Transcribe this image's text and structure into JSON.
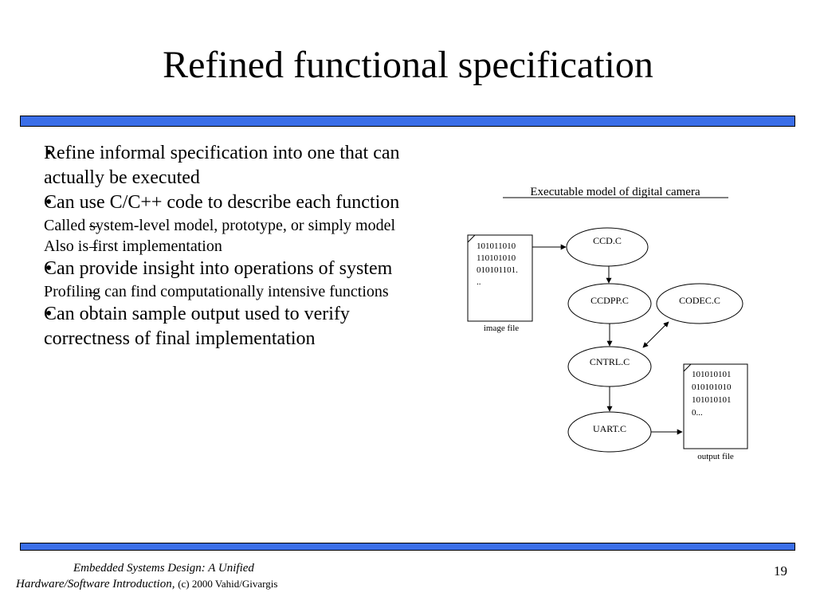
{
  "slide": {
    "title": "Refined functional specification",
    "bullets": [
      {
        "text": "Refine informal specification into one that can actually be executed",
        "sub": []
      },
      {
        "text": "Can use C/C++ code to describe each function",
        "sub": [
          "Called system-level model, prototype, or simply model",
          "Also is first implementation"
        ]
      },
      {
        "text": "Can provide insight into operations of system",
        "sub": [
          "Profiling can find computationally intensive functions"
        ]
      },
      {
        "text": "Can obtain sample output used to verify correctness of final implementation",
        "sub": []
      }
    ],
    "page_number": "19"
  },
  "diagram": {
    "caption": "Executable model of digital camera",
    "nodes": {
      "ccd": "CCD.C",
      "ccdpp": "CCDPP.C",
      "codec": "CODEC.C",
      "cntrl": "CNTRL.C",
      "uart": "UART.C"
    },
    "image_file": {
      "lines": [
        "101011010",
        "110101010",
        "010101101.",
        ".."
      ],
      "label": "image file"
    },
    "output_file": {
      "lines": [
        "101010101",
        "010101010",
        "101010101",
        "0..."
      ],
      "label": "output file"
    }
  },
  "footer": {
    "line1": "Embedded Systems Design: A Unified",
    "line2": "Hardware/Software Introduction,",
    "copyright": "(c) 2000 Vahid/Givargis"
  },
  "colors": {
    "rule": "#3a6ee8"
  }
}
